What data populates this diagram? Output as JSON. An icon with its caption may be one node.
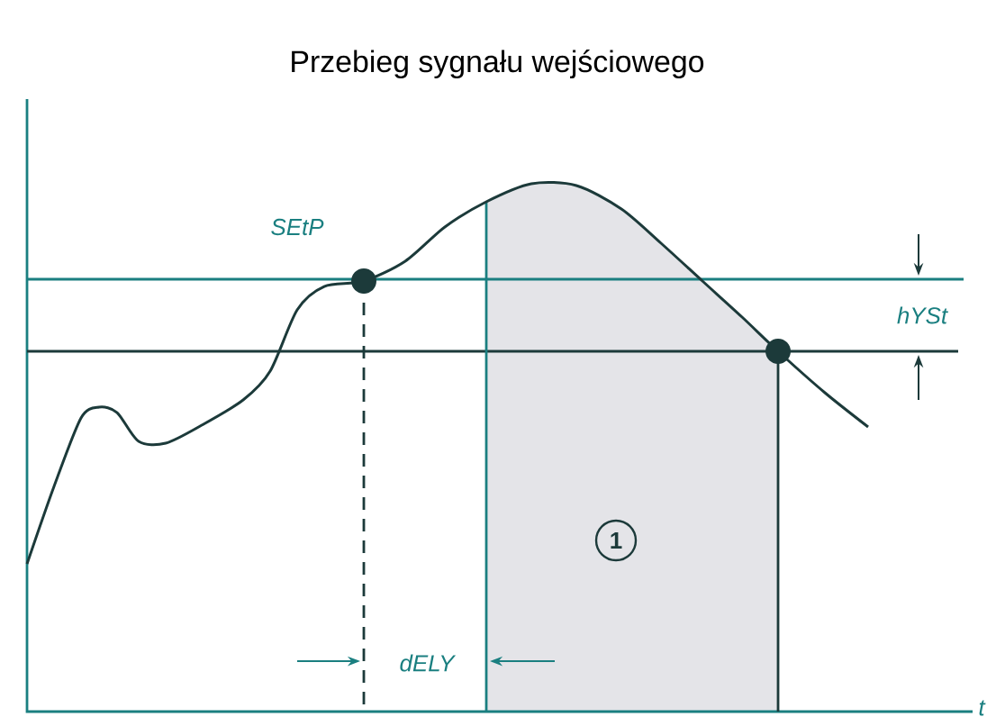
{
  "diagram": {
    "title": "Przebieg sygnału wejściowego",
    "labels": [
      "SEtP",
      "hYSt",
      "1",
      "dELY",
      "t"
    ]
  }
}
